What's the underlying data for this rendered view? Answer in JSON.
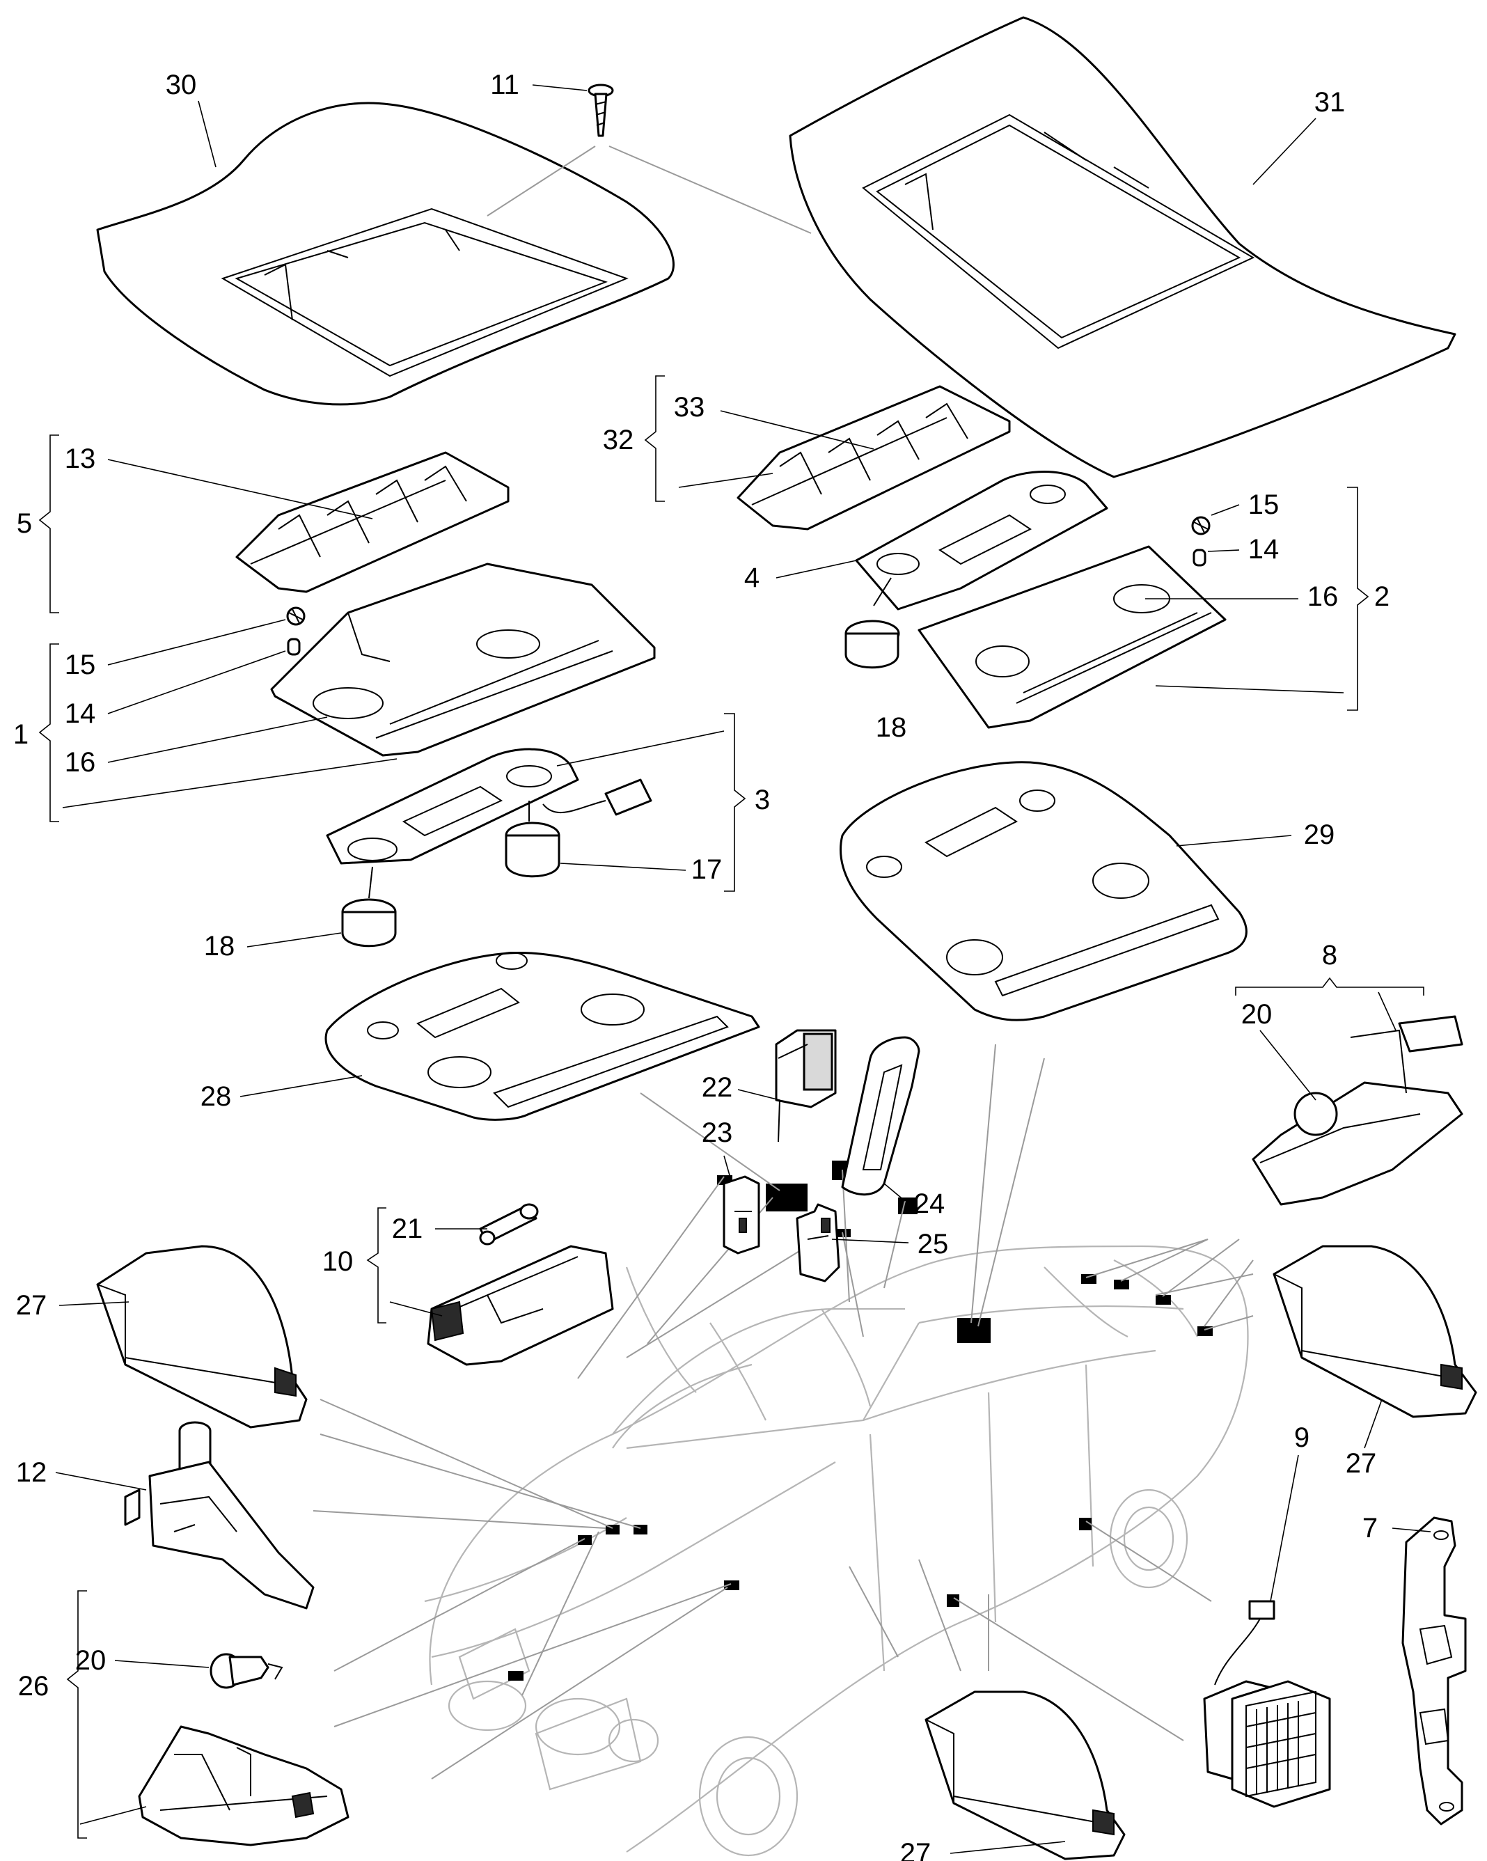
{
  "callouts": {
    "c1": "1",
    "c2": "2",
    "c3": "3",
    "c4": "4",
    "c5": "5",
    "c7": "7",
    "c8": "8",
    "c9": "9",
    "c10": "10",
    "c11": "11",
    "c12": "12",
    "c13": "13",
    "c14a": "14",
    "c14b": "14",
    "c15a": "15",
    "c15b": "15",
    "c16a": "16",
    "c16b": "16",
    "c17": "17",
    "c18a": "18",
    "c18b": "18",
    "c20a": "20",
    "c20b": "20",
    "c21": "21",
    "c22": "22",
    "c23": "23",
    "c24": "24",
    "c25": "25",
    "c26": "26",
    "c27a": "27",
    "c27b": "27",
    "c27c": "27",
    "c28": "28",
    "c29": "29",
    "c30": "30",
    "c31": "31",
    "c32": "32",
    "c33": "33"
  },
  "colors": {
    "line": "#000000",
    "car_outline": "#b5b5b5",
    "leader_grey": "#9a9a9a",
    "marker": "#000000"
  }
}
